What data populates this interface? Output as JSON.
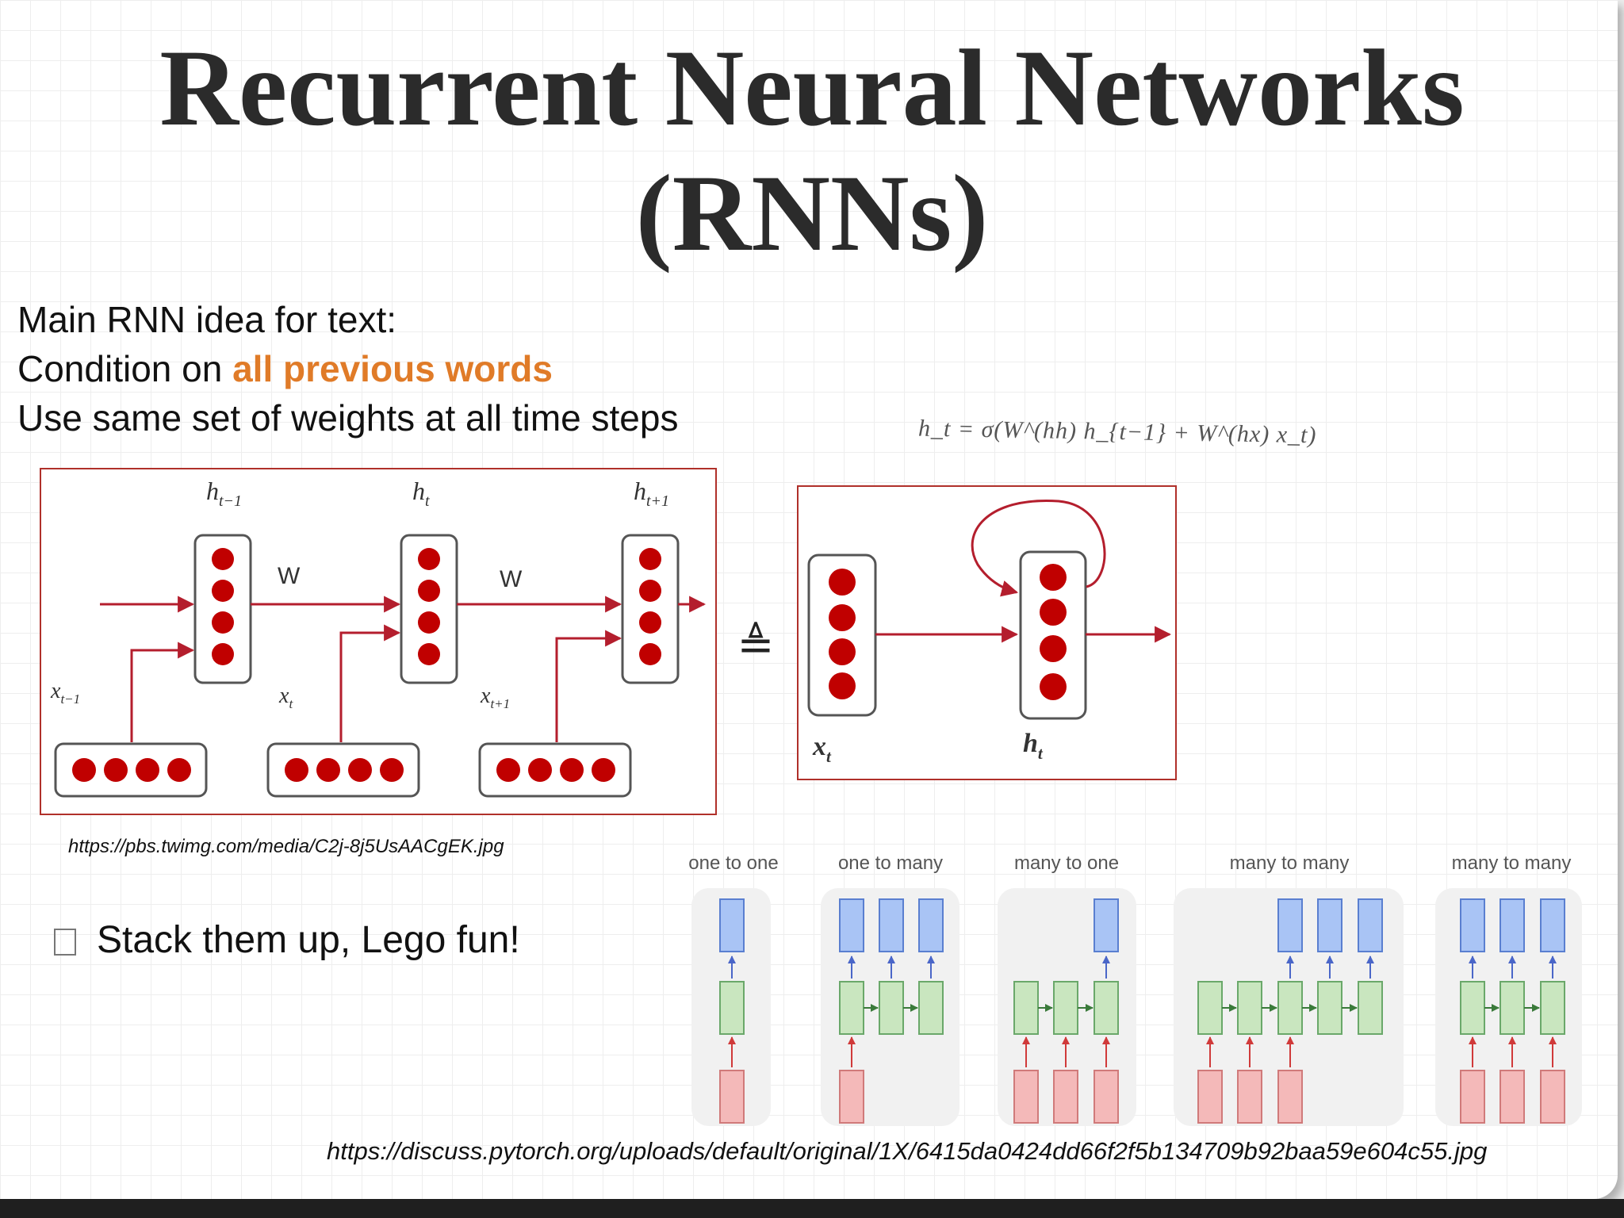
{
  "slide": {
    "title_line1": "Recurrent Neural Networks",
    "title_line2": "(RNNs)",
    "bullets": {
      "line1": "Main RNN idea for text:",
      "line2_prefix": "Condition on ",
      "line2_highlight": "all previous words",
      "line3": "Use same set of weights at all time steps"
    },
    "formula": "h_t  =   σ(W^(hh) h_{t−1} + W^(hx) x_t)",
    "caption1": "https://pbs.twimg.com/media/C2j-8j5UsAACgEK.jpg",
    "stack_text": "Stack them up, Lego fun!",
    "caption2": "https://discuss.pytorch.org/uploads/default/original/1X/6415da0424dd66f2f5b134709b92baa59e604c55.jpg"
  },
  "unrolled_diagram": {
    "hidden_labels": [
      {
        "main": "h",
        "sub": "t−1"
      },
      {
        "main": "h",
        "sub": "t"
      },
      {
        "main": "h",
        "sub": "t+1"
      }
    ],
    "input_labels": [
      {
        "main": "x",
        "sub": "t−1"
      },
      {
        "main": "x",
        "sub": "t"
      },
      {
        "main": "x",
        "sub": "t+1"
      }
    ],
    "weight_label": "W",
    "equiv_symbol": "≜"
  },
  "recurrent_diagram": {
    "input_label": {
      "main": "x",
      "sub": "t"
    },
    "hidden_label": {
      "main": "h",
      "sub": "t"
    }
  },
  "rnn_types": {
    "labels": [
      "one to one",
      "one to many",
      "many to one",
      "many to many",
      "many to many"
    ]
  },
  "colors": {
    "title": "#2b2b2b",
    "highlight": "#e07b28",
    "frame": "#b0302a",
    "neuron": "#c00000",
    "arrow": "#b41e2d",
    "output_box": "#a9c4f5",
    "hidden_box": "#c9e6bf",
    "input_box": "#f4b9b9"
  }
}
